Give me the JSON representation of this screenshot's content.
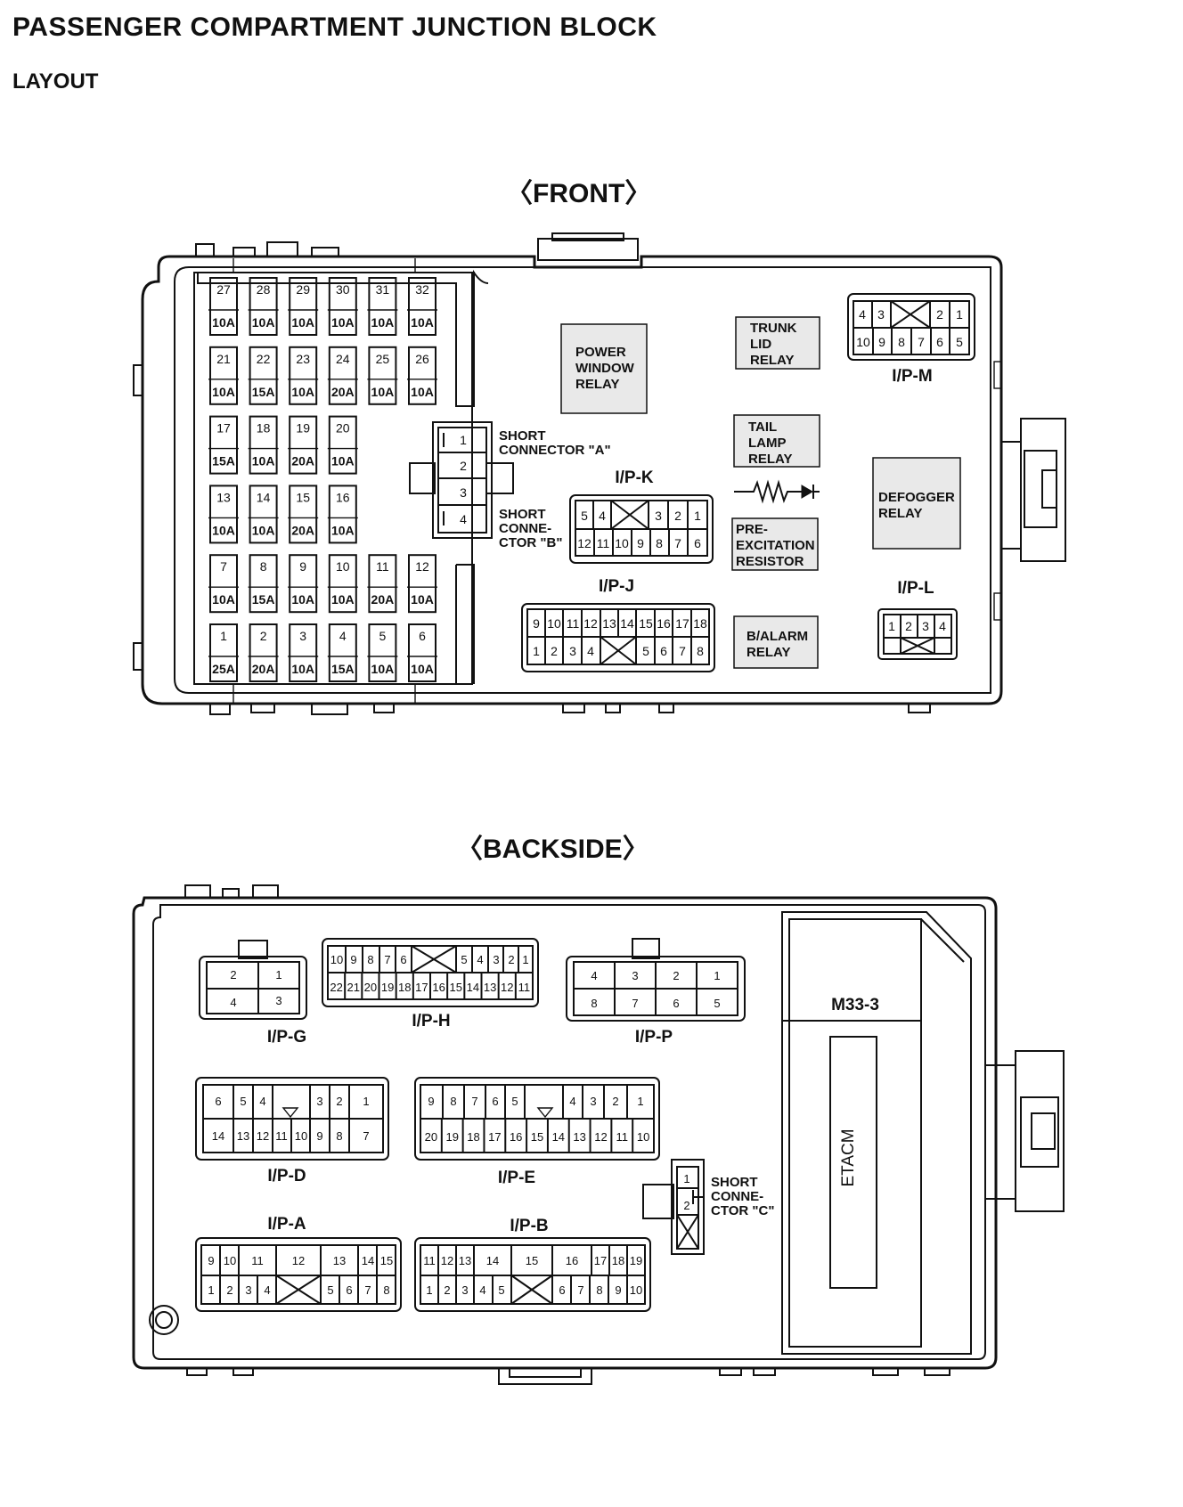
{
  "header": {
    "title": "PASSENGER COMPARTMENT JUNCTION BLOCK",
    "subtitle": "LAYOUT"
  },
  "front": {
    "view_label": "FRONT",
    "fuse_rows": [
      [
        [
          "27",
          "10A"
        ],
        [
          "28",
          "10A"
        ],
        [
          "29",
          "10A"
        ],
        [
          "30",
          "10A"
        ],
        [
          "31",
          "10A"
        ],
        [
          "32",
          "10A"
        ]
      ],
      [
        [
          "21",
          "10A"
        ],
        [
          "22",
          "15A"
        ],
        [
          "23",
          "10A"
        ],
        [
          "24",
          "20A"
        ],
        [
          "25",
          "10A"
        ],
        [
          "26",
          "10A"
        ]
      ],
      [
        [
          "17",
          "15A"
        ],
        [
          "18",
          "10A"
        ],
        [
          "19",
          "20A"
        ],
        [
          "20",
          "10A"
        ]
      ],
      [
        [
          "13",
          "10A"
        ],
        [
          "14",
          "10A"
        ],
        [
          "15",
          "20A"
        ],
        [
          "16",
          "10A"
        ]
      ],
      [
        [
          "7",
          "10A"
        ],
        [
          "8",
          "15A"
        ],
        [
          "9",
          "10A"
        ],
        [
          "10",
          "10A"
        ],
        [
          "11",
          "20A"
        ],
        [
          "12",
          "10A"
        ]
      ],
      [
        [
          "1",
          "25A"
        ],
        [
          "2",
          "20A"
        ],
        [
          "3",
          "10A"
        ],
        [
          "4",
          "15A"
        ],
        [
          "5",
          "10A"
        ],
        [
          "6",
          "10A"
        ]
      ]
    ],
    "relays": {
      "power_window": [
        "POWER",
        "WINDOW",
        "RELAY"
      ],
      "trunk_lid": [
        "TRUNK",
        "LID",
        "RELAY"
      ],
      "tail_lamp": [
        "TAIL",
        "LAMP",
        "RELAY"
      ],
      "defogger": [
        "DEFOGGER",
        "RELAY"
      ],
      "pre_excitation": [
        "PRE-",
        "EXCITATION",
        "RESISTOR"
      ],
      "b_alarm": [
        "B/ALARM",
        "RELAY"
      ]
    },
    "short_connector_ab": {
      "pins": [
        "1",
        "2",
        "3",
        "4"
      ],
      "label_a": [
        "SHORT",
        "CONNECTOR \"A\""
      ],
      "label_b": [
        "SHORT",
        "CONNE-",
        "CTOR \"B\""
      ]
    },
    "connectors": {
      "ipk": {
        "name": "I/P-K",
        "top_left": [
          "5",
          "4"
        ],
        "top_right": [
          "3",
          "2",
          "1"
        ],
        "bottom": [
          "12",
          "11",
          "10",
          "9",
          "8",
          "7",
          "6"
        ]
      },
      "ipj": {
        "name": "I/P-J",
        "top": [
          "9",
          "10",
          "11",
          "12",
          "13",
          "14",
          "15",
          "16",
          "17",
          "18"
        ],
        "bottom_left": [
          "1",
          "2",
          "3",
          "4"
        ],
        "bottom_right": [
          "5",
          "6",
          "7",
          "8"
        ]
      },
      "ipm": {
        "name": "I/P-M",
        "top_left": [
          "4",
          "3"
        ],
        "top_right": [
          "2",
          "1"
        ],
        "bottom": [
          "10",
          "9",
          "8",
          "7",
          "6",
          "5"
        ]
      },
      "ipl": {
        "name": "I/P-L",
        "pins": [
          "1",
          "2",
          "3",
          "4"
        ]
      }
    }
  },
  "backside": {
    "view_label": "BACKSIDE",
    "connectors": {
      "ipg": {
        "name": "I/P-G",
        "top": [
          "2",
          "1"
        ],
        "bottom": [
          "4",
          "3"
        ]
      },
      "iph": {
        "name": "I/P-H",
        "top_left": [
          "10",
          "9",
          "8",
          "7",
          "6"
        ],
        "top_right": [
          "5",
          "4",
          "3",
          "2",
          "1"
        ],
        "bottom": [
          "22",
          "21",
          "20",
          "19",
          "18",
          "17",
          "16",
          "15",
          "14",
          "13",
          "12",
          "11"
        ]
      },
      "ipp": {
        "name": "I/P-P",
        "top": [
          "4",
          "3",
          "2",
          "1"
        ],
        "bottom": [
          "8",
          "7",
          "6",
          "5"
        ]
      },
      "ipd": {
        "name": "I/P-D",
        "top_left": [
          "6",
          "5",
          "4"
        ],
        "top_right": [
          "3",
          "2",
          "1"
        ],
        "bottom": [
          "14",
          "13",
          "12",
          "11",
          "10",
          "9",
          "8",
          "7"
        ]
      },
      "ipe": {
        "name": "I/P-E",
        "top_left": [
          "9",
          "8",
          "7",
          "6",
          "5"
        ],
        "top_right": [
          "4",
          "3",
          "2",
          "1"
        ],
        "bottom": [
          "20",
          "19",
          "18",
          "17",
          "16",
          "15",
          "14",
          "13",
          "12",
          "11",
          "10"
        ]
      },
      "ipa": {
        "name": "I/P-A",
        "top": [
          "9",
          "10",
          "11",
          "12",
          "13",
          "14",
          "15"
        ],
        "bottom_left": [
          "1",
          "2",
          "3",
          "4"
        ],
        "bottom_right": [
          "5",
          "6",
          "7",
          "8"
        ]
      },
      "ipb": {
        "name": "I/P-B",
        "top": [
          "11",
          "12",
          "13",
          "14",
          "15",
          "16",
          "17",
          "18",
          "19"
        ],
        "bottom_left": [
          "1",
          "2",
          "3",
          "4",
          "5"
        ],
        "bottom_right": [
          "6",
          "7",
          "8",
          "9",
          "10"
        ]
      }
    },
    "short_connector_c": {
      "pins": [
        "1",
        "2"
      ],
      "label": [
        "SHORT",
        "CONNE-",
        "CTOR \"C\""
      ]
    },
    "module": {
      "connector": "M33-3",
      "name": "ETACM"
    }
  }
}
